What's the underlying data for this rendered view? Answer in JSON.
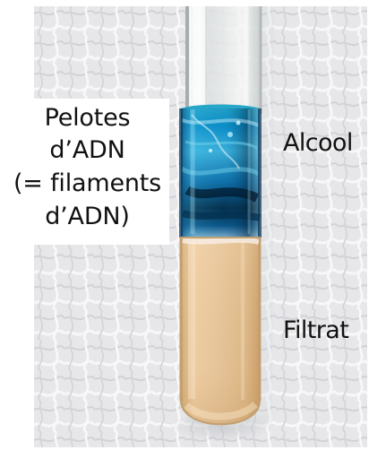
{
  "labels": {
    "left_lines": [
      "Pelotes",
      "d’ADN",
      "(= filaments",
      "d’ADN)"
    ],
    "alcohol": "Alcool",
    "filtrate": "Filtrat"
  },
  "colors": {
    "dna_blue": "#0a8fc8",
    "dark_band": "#04233a",
    "filtrate": "#e8c79d",
    "background": "#e8e8ea"
  }
}
